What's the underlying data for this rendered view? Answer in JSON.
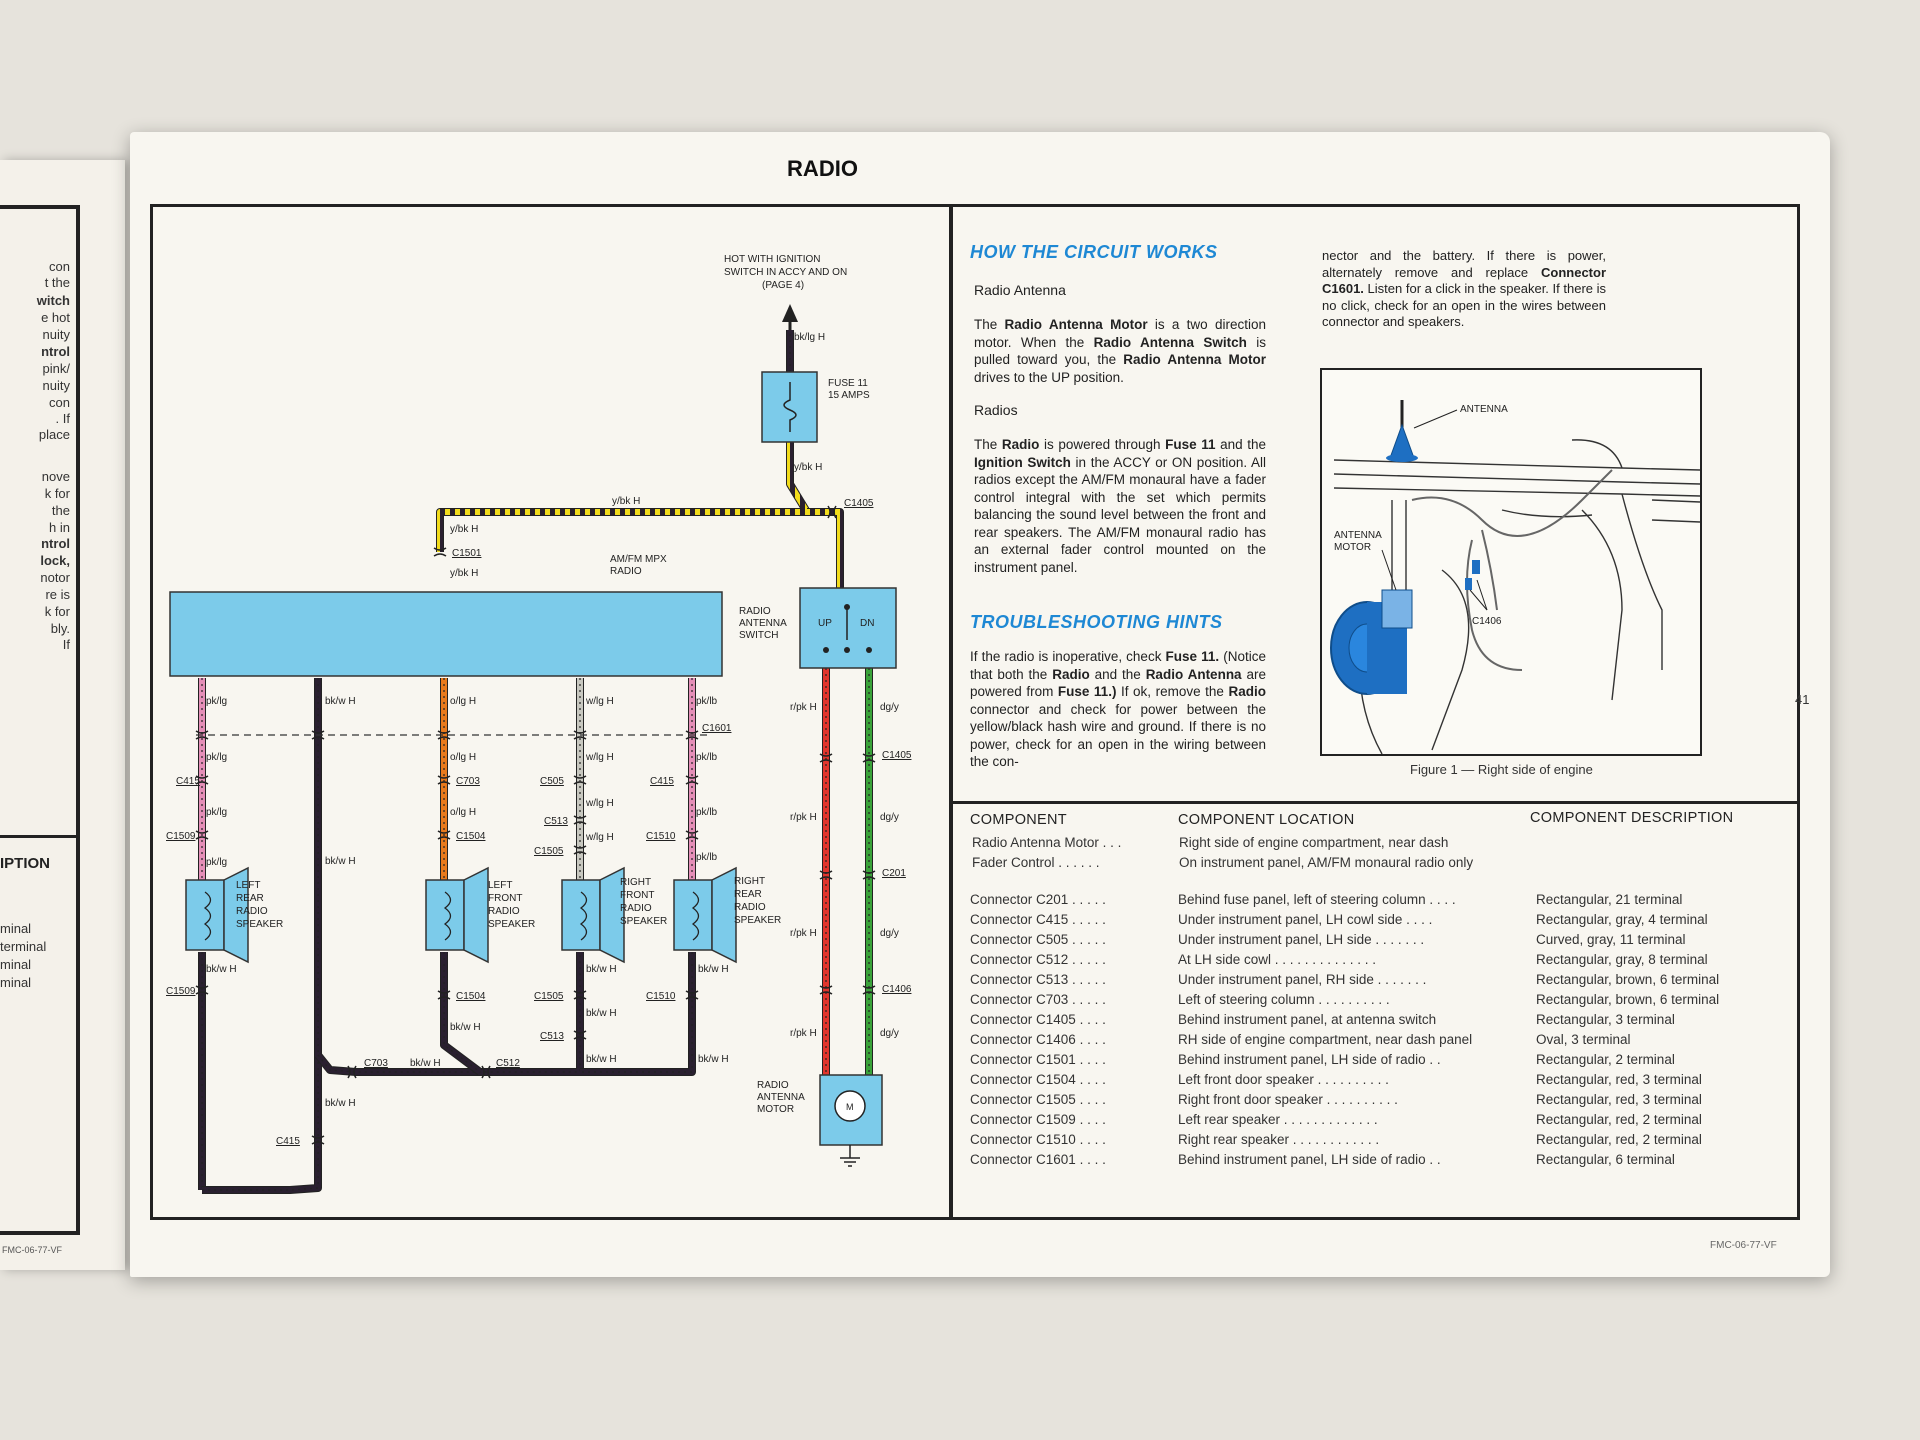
{
  "left_page": {
    "fragments": [
      "con",
      "t the",
      "witch",
      "e hot",
      "nuity",
      "ntrol",
      "pink/",
      "nuity",
      "con",
      ". If",
      "place",
      "nove",
      "k for",
      "the",
      "h in",
      "ntrol",
      "lock,",
      "notor",
      "re is",
      "k for",
      "bly.",
      "If"
    ],
    "heading": "IPTION",
    "lines": [
      "minal",
      "terminal",
      "minal",
      "minal"
    ],
    "footer": "FMC-06-77-VF"
  },
  "page": {
    "title": "RADIO",
    "number": "41",
    "footer": "FMC-06-77-VF"
  },
  "diagram": {
    "hot_note": [
      "HOT WITH IGNITION",
      "SWITCH IN ACCY AND ON",
      "(PAGE 4)"
    ],
    "fuse_label": [
      "FUSE 11",
      "15 AMPS"
    ],
    "radio_label": [
      "AM/FM MPX",
      "RADIO"
    ],
    "switch_label": [
      "RADIO",
      "ANTENNA",
      "SWITCH"
    ],
    "switch_up": "UP",
    "switch_dn": "DN",
    "motor_label": [
      "RADIO",
      "ANTENNA",
      "MOTOR"
    ],
    "motor_m": "M",
    "speakers": [
      {
        "label": [
          "LEFT",
          "REAR",
          "RADIO",
          "SPEAKER"
        ]
      },
      {
        "label": [
          "LEFT",
          "FRONT",
          "RADIO",
          "SPEAKER"
        ]
      },
      {
        "label": [
          "RIGHT",
          "FRONT",
          "RADIO",
          "SPEAKER"
        ]
      },
      {
        "label": [
          "RIGHT",
          "REAR",
          "RADIO",
          "SPEAKER"
        ]
      }
    ],
    "wire_labels": {
      "bk_lg_h": "bk/lg H",
      "y_bk_h": "y/bk H",
      "pk_lg": "pk/lg",
      "bk_w_h": "bk/w H",
      "o_lg_h": "o/lg H",
      "w_lg_h": "w/lg H",
      "pk_lb": "pk/lb",
      "r_pk_h": "r/pk H",
      "dg_y": "dg/y"
    },
    "connectors": {
      "c1405": "C1405",
      "c1501": "C1501",
      "c1601": "C1601",
      "c415": "C415",
      "c703": "C703",
      "c505": "C505",
      "c513": "C513",
      "c1504": "C1504",
      "c1505": "C1505",
      "c1509": "C1509",
      "c1510": "C1510",
      "c201": "C201",
      "c1406": "C1406",
      "c512": "C512"
    }
  },
  "text": {
    "how_heading": "HOW THE CIRCUIT WORKS",
    "antenna_subhead": "Radio Antenna",
    "antenna_para_1": "The",
    "antenna_para_bold_1": "Radio Antenna Motor",
    "antenna_para_2": "is a two direction motor. When the",
    "antenna_para_bold_2": "Radio Antenna Switch",
    "antenna_para_3": "is pulled toward you, the",
    "antenna_para_bold_3": "Radio Antenna Motor",
    "antenna_para_4": "drives to the UP position.",
    "radios_subhead": "Radios",
    "radios_para_1": "The",
    "radios_para_bold_1": "Radio",
    "radios_para_2": "is powered through",
    "radios_para_bold_2": "Fuse 11",
    "radios_para_3": "and the",
    "radios_para_bold_3": "Ignition Switch",
    "radios_para_4": "in the ACCY or ON position. All radios except the AM/FM monaural have a fader control integral with the set which permits balancing the sound level between the front and rear speakers. The AM/FM monaural radio has an external fader control mounted on the instrument panel.",
    "trouble_heading": "TROUBLESHOOTING HINTS",
    "trouble_para_1": "If the radio is inoperative, check",
    "trouble_para_bold_1": "Fuse 11.",
    "trouble_para_2": "(Notice that both the",
    "trouble_para_bold_2": "Radio",
    "trouble_para_3": "and the",
    "trouble_para_bold_3": "Radio Antenna",
    "trouble_para_4": "are powered from",
    "trouble_para_bold_4": "Fuse 11.)",
    "trouble_para_5": "If ok, remove the",
    "trouble_para_bold_5": "Radio",
    "trouble_para_6": "connector and check for power between the yellow/black hash wire and ground. If there is no power, check for an open in the wiring between the con-",
    "col2_para_1": "nector and the battery. If there is power, alternately remove and replace",
    "col2_para_bold_1": "Connector C1601.",
    "col2_para_2": "Listen for a click in the speaker. If there is no click, check for an open in the wires between connector and speakers.",
    "fig_caption": "Figure 1 — Right side of engine",
    "fig_labels": {
      "antenna": "ANTENNA",
      "antenna_motor_1": "ANTENNA",
      "antenna_motor_2": "MOTOR",
      "c1406": "C1406"
    }
  },
  "table": {
    "headers": [
      "COMPONENT",
      "COMPONENT LOCATION",
      "COMPONENT DESCRIPTION"
    ],
    "rows_top": [
      {
        "component": "Radio Antenna Motor . . .",
        "location": "Right side of engine compartment, near dash",
        "description": ""
      },
      {
        "component": "Fader Control . . . . . .",
        "location": "On instrument panel, AM/FM monaural radio only",
        "description": ""
      }
    ],
    "rows": [
      {
        "component": "Connector C201 . . . . .",
        "location": "Behind fuse panel, left of steering column . . . .",
        "description": "Rectangular, 21 terminal"
      },
      {
        "component": "Connector C415 . . . . .",
        "location": "Under instrument panel, LH cowl side . . . .",
        "description": "Rectangular, gray, 4 terminal"
      },
      {
        "component": "Connector C505 . . . . .",
        "location": "Under instrument panel, LH side . . . . . . .",
        "description": "Curved, gray, 11 terminal"
      },
      {
        "component": "Connector C512 . . . . .",
        "location": "At LH side cowl . . . . . . . . . . . . . .",
        "description": "Rectangular, gray, 8 terminal"
      },
      {
        "component": "Connector C513 . . . . .",
        "location": "Under instrument panel, RH side . . . . . . .",
        "description": "Rectangular, brown, 6 terminal"
      },
      {
        "component": "Connector C703 . . . . .",
        "location": "Left of steering column . . . . . . . . . .",
        "description": "Rectangular, brown, 6 terminal"
      },
      {
        "component": "Connector C1405 . . . .",
        "location": "Behind instrument panel, at antenna switch",
        "description": "Rectangular, 3 terminal"
      },
      {
        "component": "Connector C1406 . . . .",
        "location": "RH side of engine compartment, near dash panel",
        "description": "Oval, 3 terminal"
      },
      {
        "component": "Connector C1501 . . . .",
        "location": "Behind instrument panel, LH side of radio . .",
        "description": "Rectangular, 2 terminal"
      },
      {
        "component": "Connector C1504 . . . .",
        "location": "Left front door speaker . . . . . . . . . .",
        "description": "Rectangular, red, 3 terminal"
      },
      {
        "component": "Connector C1505 . . . .",
        "location": "Right front door speaker . . . . . . . . . .",
        "description": "Rectangular, red, 3 terminal"
      },
      {
        "component": "Connector C1509 . . . .",
        "location": "Left rear speaker . . . . . . . . . . . . .",
        "description": "Rectangular, red, 2 terminal"
      },
      {
        "component": "Connector C1510 . . . .",
        "location": "Right rear speaker . . . . . . . . . . . .",
        "description": "Rectangular, red, 2 terminal"
      },
      {
        "component": "Connector C1601 . . . .",
        "location": "Behind instrument panel, LH side of radio . .",
        "description": "Rectangular, 6 terminal"
      }
    ]
  },
  "colors": {
    "fill_blue": "#7ccbea",
    "wire_yellow": "#f2dc1c",
    "wire_black": "#2a2030",
    "wire_pink": "#e58fb8",
    "wire_orange": "#e97a1c",
    "wire_white": "#c8c8c0",
    "wire_red": "#e2352d",
    "wire_green": "#3aa33a",
    "heading_blue": "#1e88d4"
  }
}
